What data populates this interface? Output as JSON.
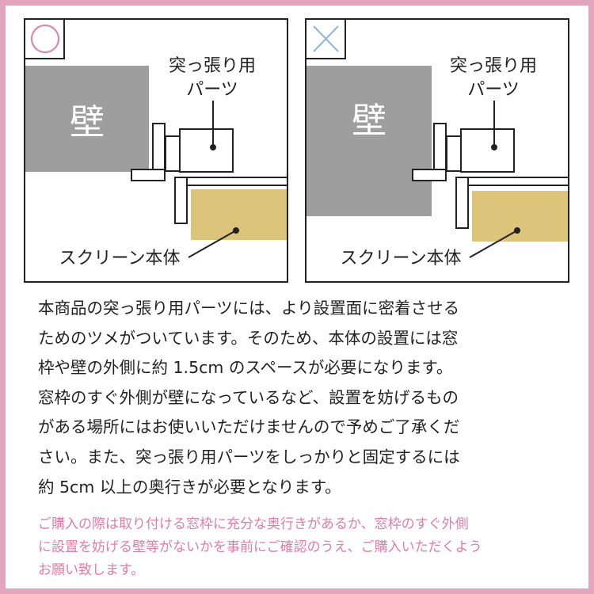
{
  "panels": [
    {
      "mark": "circle-icon",
      "wall_label": "壁",
      "part_label_line1": "突っ張り用",
      "part_label_line2": "パーツ",
      "screen_label": "スクリーン本体"
    },
    {
      "mark": "cross-icon",
      "wall_label": "壁",
      "part_label_line1": "突っ張り用",
      "part_label_line2": "パーツ",
      "screen_label": "スクリーン本体"
    }
  ],
  "body_lines": [
    "本商品の突っ張り用パーツには、より設置面に密着させる",
    "ためのツメがついています。そのため、本体の設置には窓",
    "枠や壁の外側に約 1.5cm のスペースが必要になります。",
    "窓枠のすぐ外側が壁になっているなど、設置を妨げるもの",
    "がある場所にはお使いいただけませんので予めご了承くだ",
    "さい。また、突っ張り用パーツをしっかりと固定するには",
    "約 5cm 以上の奥行きが必要となります。"
  ],
  "note_lines": [
    "ご購入の際は取り付ける窓枠に充分な奥行きがあるか、窓枠のすぐ外側",
    "に設置を妨げる壁等がないかを事前にご確認のうえ、ご購入いただくよう",
    "お願い致します。"
  ],
  "colors": {
    "frame": "#e2a5bd",
    "circle_mark": "#d98aa8",
    "cross_mark": "#8fb8d8",
    "wall": "#9e9e9e",
    "screen": "#dcc57a",
    "note_text": "#e07da8"
  }
}
